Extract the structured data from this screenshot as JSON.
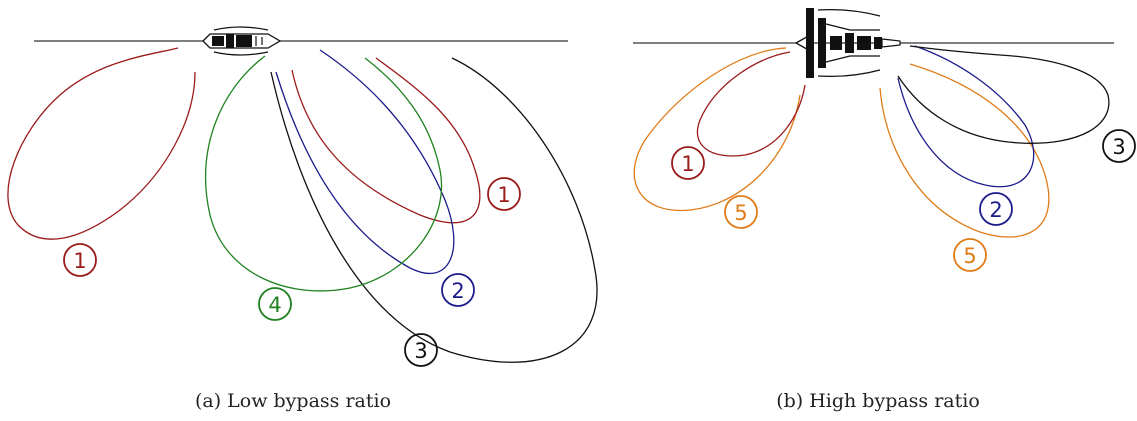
{
  "colors": {
    "red": "#9b1b1b",
    "blue": "#1c1c8c",
    "green": "#1f821f",
    "black": "#111111",
    "orange": "#e07b18"
  },
  "panel_a": {
    "caption": "(a) Low bypass ratio",
    "labels": [
      {
        "text": "1",
        "color": "red"
      },
      {
        "text": "1",
        "color": "red"
      },
      {
        "text": "2",
        "color": "blue"
      },
      {
        "text": "3",
        "color": "black"
      },
      {
        "text": "4",
        "color": "green"
      }
    ]
  },
  "panel_b": {
    "caption": "(b) High bypass ratio",
    "labels": [
      {
        "text": "1",
        "color": "red"
      },
      {
        "text": "2",
        "color": "blue"
      },
      {
        "text": "3",
        "color": "black"
      },
      {
        "text": "5",
        "color": "orange"
      },
      {
        "text": "5",
        "color": "orange"
      }
    ]
  }
}
